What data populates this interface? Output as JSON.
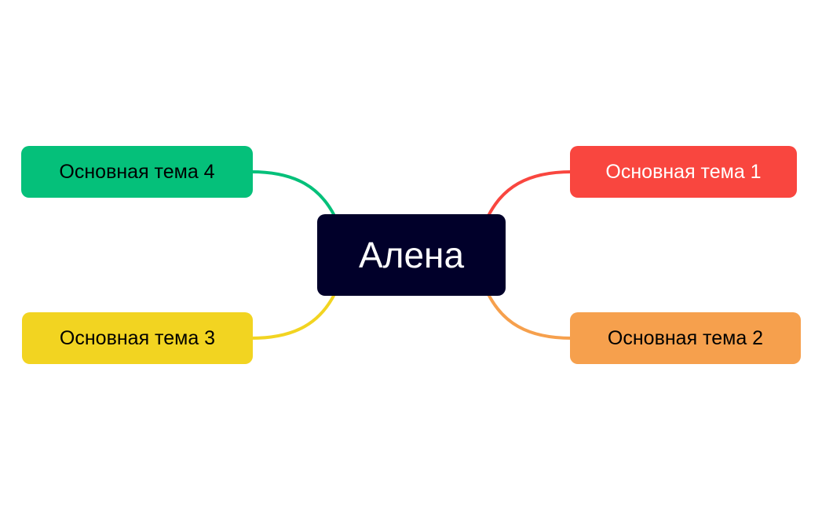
{
  "central": {
    "label": "Алена",
    "bg": "#01002a",
    "fg": "#ffffff"
  },
  "topics": [
    {
      "label": "Основная тема 1",
      "bg": "#f9463f",
      "fg": "#ffffff",
      "line": "#f9463f"
    },
    {
      "label": "Основная тема 2",
      "bg": "#f6a04d",
      "fg": "#000000",
      "line": "#f6a04d"
    },
    {
      "label": "Основная тема 3",
      "bg": "#f2d421",
      "fg": "#000000",
      "line": "#f2d421"
    },
    {
      "label": "Основная тема 4",
      "bg": "#05c07a",
      "fg": "#000000",
      "line": "#05c07a"
    }
  ]
}
